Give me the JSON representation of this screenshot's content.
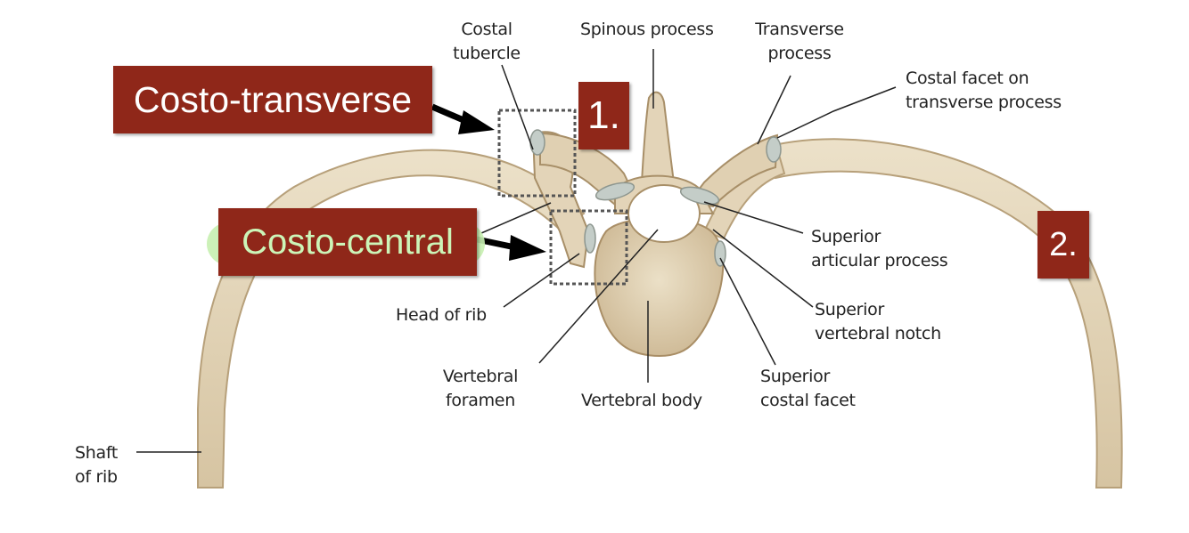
{
  "labels": {
    "costal_tubercle": [
      "Costal",
      "tubercle"
    ],
    "spinous_process": "Spinous process",
    "transverse_process": [
      "Transverse",
      "process"
    ],
    "costal_facet_tp": [
      "Costal facet on",
      "transverse process"
    ],
    "superior_articular_process": [
      "Superior",
      "articular process"
    ],
    "superior_vertebral_notch": [
      "Superior",
      "vertebral notch"
    ],
    "superior_costal_facet": [
      "Superior",
      "costal facet"
    ],
    "head_of_rib": "Head of rib",
    "vertebral_foramen": [
      "Vertebral",
      "foramen"
    ],
    "vertebral_body": "Vertebral body",
    "shaft_of_rib": [
      "Shaft",
      "of rib"
    ]
  },
  "callouts": {
    "costo_transverse": "Costo-transverse",
    "costo_central": "Costo-central",
    "number_1": "1.",
    "number_2": "2."
  },
  "colors": {
    "callout_bg": "#8f2719",
    "costo_central_text": "#ccf5b8",
    "bone": "#e3d4b8",
    "bone_shade": "#b9a482",
    "cartilage": "#c4cdc8"
  }
}
